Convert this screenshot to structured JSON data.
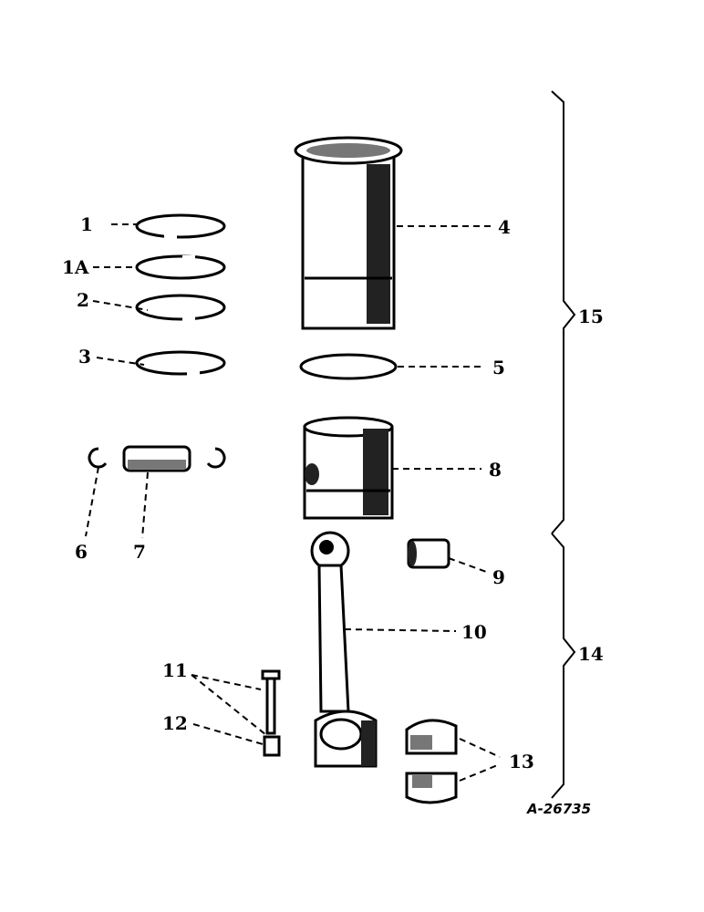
{
  "diagram": {
    "drawing_number": "A-26735",
    "callouts": [
      "1",
      "1A",
      "2",
      "3",
      "4",
      "5",
      "6",
      "7",
      "8",
      "9",
      "10",
      "11",
      "12",
      "13",
      "14",
      "15"
    ],
    "colors": {
      "ink": "#000000",
      "background": "#ffffff"
    }
  }
}
